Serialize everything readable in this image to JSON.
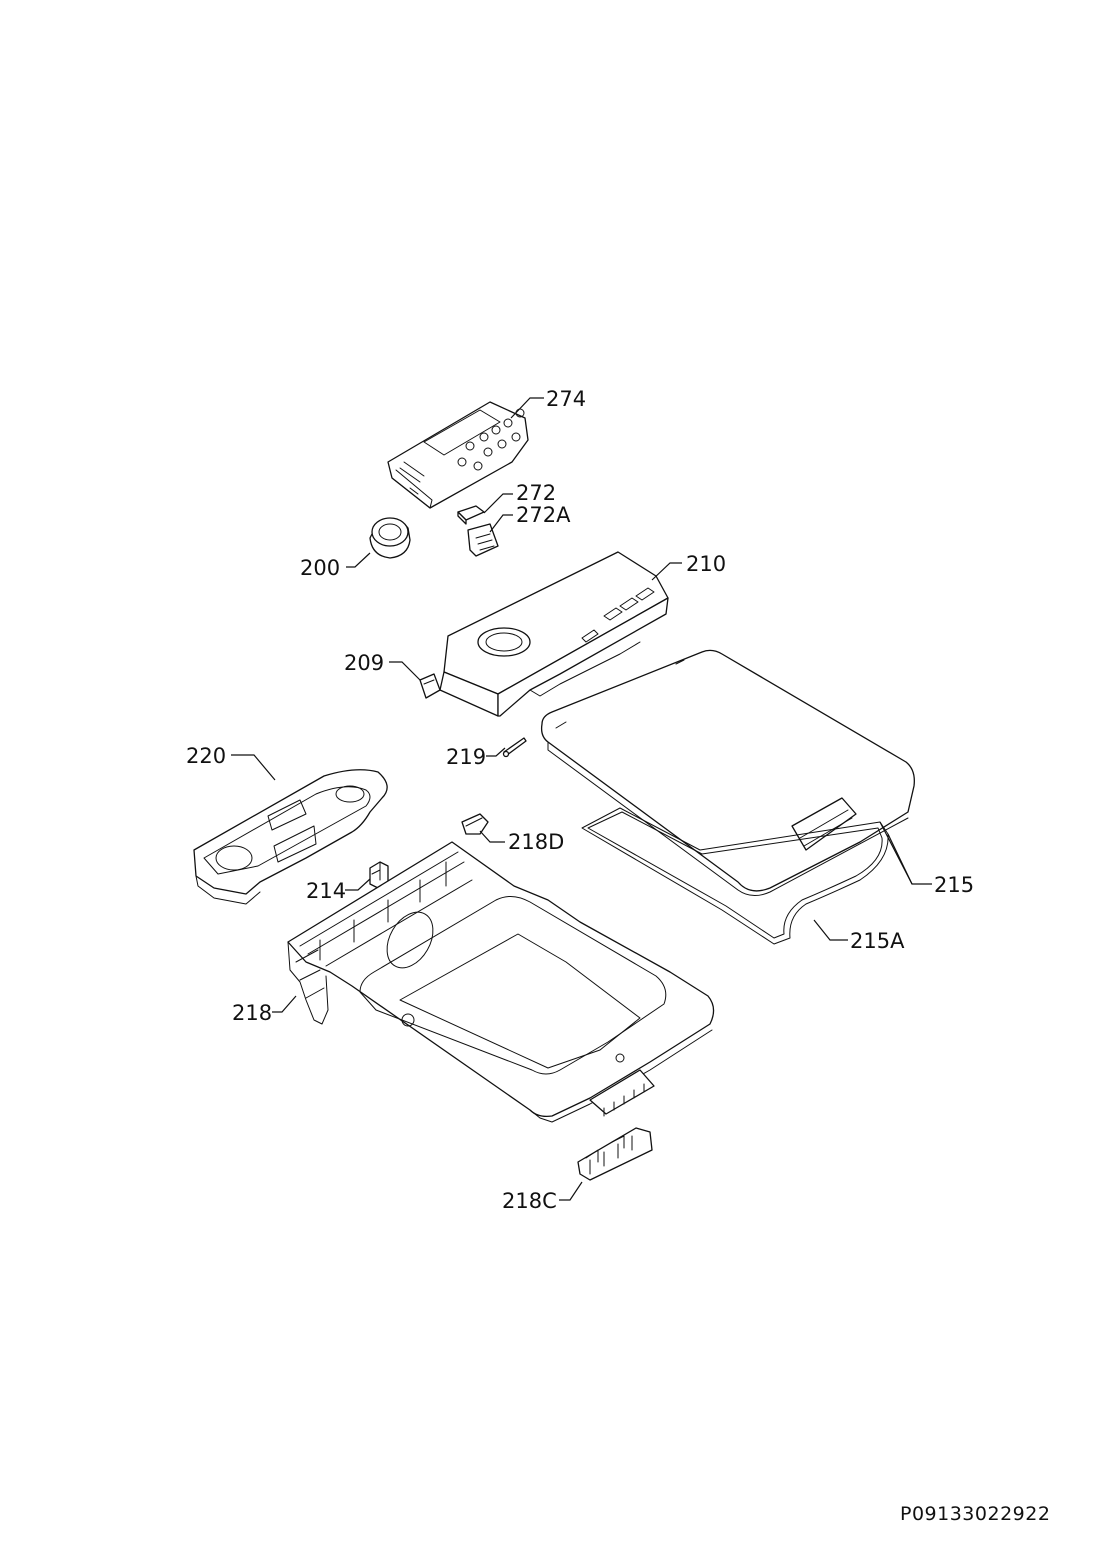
{
  "labels": {
    "p274": "274",
    "p272": "272",
    "p272a": "272A",
    "p200": "200",
    "p210": "210",
    "p209": "209",
    "p219": "219",
    "p220": "220",
    "p218d": "218D",
    "p214": "214",
    "p215": "215",
    "p215a": "215A",
    "p218": "218",
    "p218c": "218C"
  },
  "document_id": "P09133022922",
  "colors": {
    "line": "#111111",
    "background": "#ffffff"
  }
}
